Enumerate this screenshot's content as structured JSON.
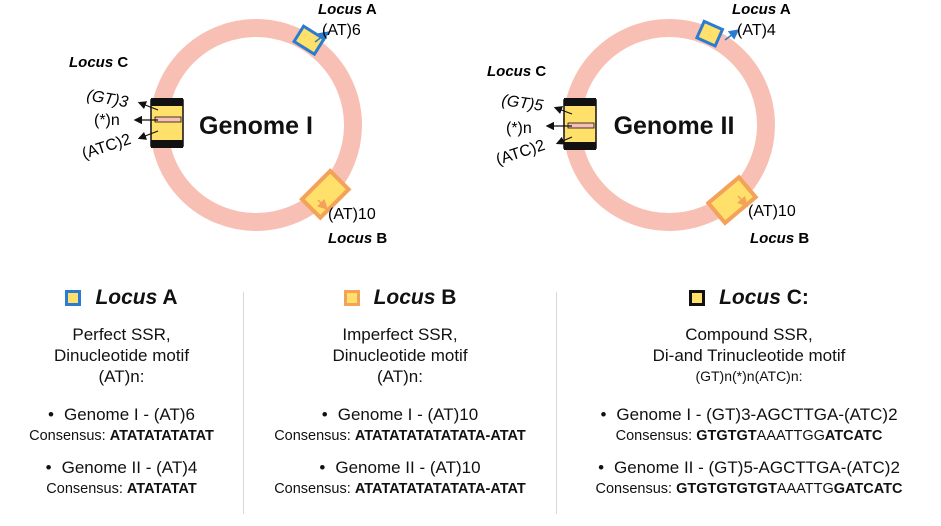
{
  "genomes": [
    {
      "title": "Genome I",
      "locus_a": {
        "prefix": "Locus",
        "letter": "A",
        "label": "(AT)6"
      },
      "locus_b": {
        "prefix": "Locus",
        "letter": "B",
        "label": "(AT)10"
      },
      "locus_c": {
        "prefix": "Locus",
        "letter": "C",
        "labels": [
          "(GT)3",
          "(*)n",
          "(ATC)2"
        ]
      }
    },
    {
      "title": "Genome II",
      "locus_a": {
        "prefix": "Locus",
        "letter": "A",
        "label": "(AT)4"
      },
      "locus_b": {
        "prefix": "Locus",
        "letter": "B",
        "label": "(AT)10"
      },
      "locus_c": {
        "prefix": "Locus",
        "letter": "C",
        "labels": [
          "(GT)5",
          "(*)n",
          "(ATC)2"
        ]
      }
    }
  ],
  "legend": [
    {
      "prefix": "Locus",
      "letter": "A",
      "desc1": "Perfect SSR,",
      "desc2": "Dinucleotide motif",
      "formula": "(AT)n:",
      "g1": "Genome I - (AT)6",
      "g1_cons_label": "Consensus:",
      "g1_cons": "ATATATATATAT",
      "g2": "Genome II - (AT)4",
      "g2_cons_label": "Consensus:",
      "g2_cons": "ATATATAT"
    },
    {
      "prefix": "Locus",
      "letter": "B",
      "desc1": "Imperfect SSR,",
      "desc2": "Dinucleotide motif",
      "formula": "(AT)n:",
      "g1": "Genome I - (AT)10",
      "g1_cons_label": "Consensus:",
      "g1_cons": "ATATATATATATATA-ATAT",
      "g2": "Genome II - (AT)10",
      "g2_cons_label": "Consensus:",
      "g2_cons": "ATATATATATATATA-ATAT"
    },
    {
      "prefix": "Locus",
      "letter": "C:",
      "desc1": "Compound SSR,",
      "desc2": "Di-and Trinucleotide motif",
      "formula": "(GT)n(*)n(ATC)n:",
      "g1": "Genome I - (GT)3-AGCTTGA-(ATC)2",
      "g1_cons_label": "Consensus:",
      "g1_cons_a": "GTGTGT",
      "g1_cons_b": "AAATTGG",
      "g1_cons_c": "ATCATC",
      "g2": "Genome II - (GT)5-AGCTTGA-(ATC)2",
      "g2_cons_label": "Consensus:",
      "g2_cons_a": "GTGTGTGTGT",
      "g2_cons_b": "AAATTG",
      "g2_cons_c": "GATCATC"
    }
  ],
  "bullet": "•",
  "colors": {
    "ring": "#f8c0b4",
    "locus_a_fill": "#ffe06a",
    "locus_a_border": "#2b7bd0",
    "locus_b_fill": "#ffe06a",
    "locus_b_border": "#f4a15a",
    "locus_c_fill": "#ffe06a",
    "locus_c_border": "#111111"
  }
}
